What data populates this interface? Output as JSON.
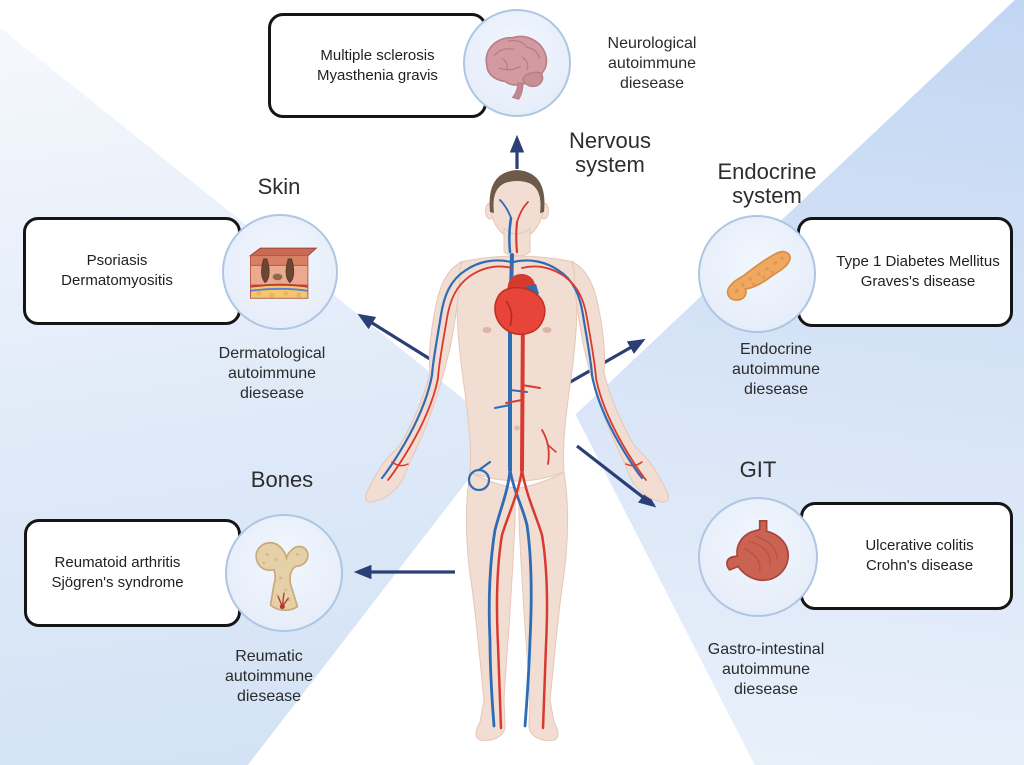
{
  "figure": {
    "description": "Autoimmune diseases by body system diagram",
    "center_figure": "human-body-circulatory-system"
  },
  "systems": {
    "nervous": {
      "heading": [
        "Nervous",
        "system"
      ],
      "box_diseases": [
        "Multiple sclerosis",
        "Myasthenia gravis"
      ],
      "caption": [
        "Neurological",
        "autoimmune",
        "diesease"
      ],
      "icon": "brain-icon"
    },
    "skin": {
      "heading": [
        "Skin"
      ],
      "box_diseases": [
        "Psoriasis",
        "Dermatomyositis"
      ],
      "caption": [
        "Dermatological",
        "autoimmune",
        "diesease"
      ],
      "icon": "skin-icon"
    },
    "bones": {
      "heading": [
        "Bones"
      ],
      "box_diseases": [
        "Reumatoid arthritis",
        "Sjögren's syndrome"
      ],
      "caption": [
        "Reumatic",
        "autoimmune",
        "diesease"
      ],
      "icon": "bone-icon"
    },
    "endocrine": {
      "heading": [
        "Endocrine",
        "system"
      ],
      "box_diseases": [
        "Type 1 Diabetes Mellitus",
        "Graves's disease"
      ],
      "caption": [
        "Endocrine",
        "autoimmune",
        "diesease"
      ],
      "icon": "pancreas-icon"
    },
    "git": {
      "heading": [
        "GIT"
      ],
      "box_diseases": [
        "Ulcerative colitis",
        "Crohn's disease"
      ],
      "caption": [
        "Gastro-intestinal",
        "autoimmune",
        "diesease"
      ],
      "icon": "stomach-icon"
    }
  },
  "colors": {
    "arrow": "#2b3f77",
    "box_border": "#151515",
    "circle_border": "#aec6e4",
    "circle_fill": "#e9f0fa",
    "bg_wedge_left": "#d6e4f6",
    "bg_wedge_right": "#c2d6f3",
    "artery_red": "#d93a2f",
    "vein_blue": "#2e6cb5",
    "skin_tone": "#f2ddd2",
    "heart_red": "#e8453a"
  }
}
